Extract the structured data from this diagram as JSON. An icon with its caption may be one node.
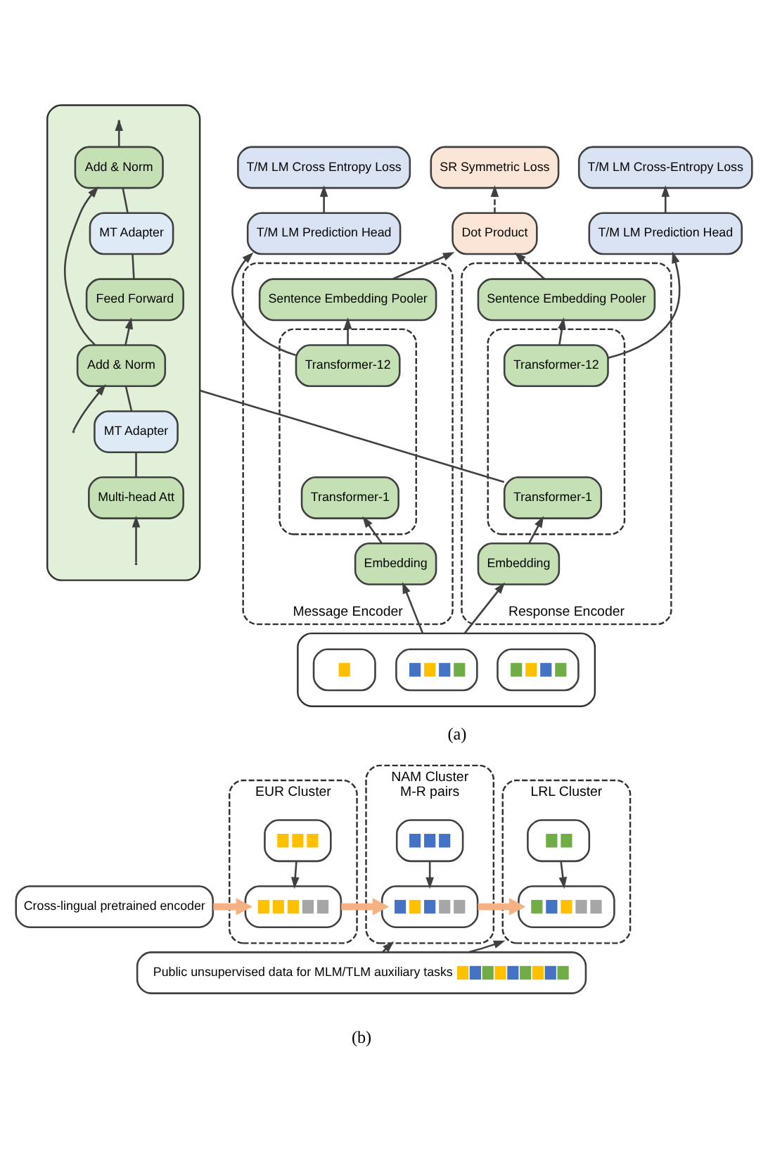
{
  "diagram": {
    "nodes": [
      {
        "text": [
          "T/M LM Cross Entropy Loss"
        ]
      },
      {
        "text": [
          "SR Symmetric Loss"
        ]
      },
      {
        "text": [
          "T/M LM Cross-Entropy Loss"
        ]
      },
      {
        "text": [
          "T/M LM Prediction Head"
        ]
      },
      {
        "text": [
          "Dot Product"
        ]
      },
      {
        "text": [
          "T/M LM Prediction Head"
        ]
      },
      {
        "text": [
          "Message Encoder"
        ]
      },
      {
        "text": [
          "Sentence Embedding Pooler"
        ],
        "in": 6
      },
      {
        "text": [],
        "shape": "box",
        "in": 6
      },
      {
        "text": [
          "Transformer-12"
        ],
        "in": 8
      },
      {
        "text": [
          "Transformer-1"
        ],
        "in": 8
      },
      {
        "text": [
          "Embedding"
        ],
        "in": 6
      },
      {
        "text": [
          "Response Encoder"
        ]
      },
      {
        "text": [
          "Sentence Embedding Pooler"
        ],
        "in": 12
      },
      {
        "text": [],
        "shape": "box",
        "in": 12
      },
      {
        "text": [
          "Transformer-12"
        ],
        "in": 14
      },
      {
        "text": [
          "Transformer-1"
        ],
        "in": 14
      },
      {
        "text": [
          "Embedding"
        ],
        "in": 12
      },
      {
        "text": [],
        "shape": "box"
      },
      {
        "text": [
          "Add & Norm"
        ],
        "in": 18
      },
      {
        "text": [
          "MT Adapter"
        ],
        "in": 18
      },
      {
        "text": [
          "Feed Forward"
        ],
        "in": 18
      },
      {
        "text": [
          "Add & Norm"
        ],
        "in": 18
      },
      {
        "text": [
          "MT Adapter"
        ],
        "in": 18
      },
      {
        "text": [
          "Multi-head Att"
        ],
        "in": 18
      },
      {
        "text": [],
        "shape": "box"
      },
      {
        "text": [],
        "shape": "box",
        "in": 25
      },
      {
        "text": [],
        "shape": "box",
        "in": 25
      },
      {
        "text": [],
        "shape": "box",
        "in": 25
      },
      {
        "text": [
          "Cross-lingual pretrained encoder"
        ]
      },
      {
        "text": [
          "EUR Cluster"
        ]
      },
      {
        "text": [],
        "shape": "box",
        "in": 30
      },
      {
        "text": [],
        "shape": "box",
        "in": 30
      },
      {
        "text": [
          "NAM Cluster",
          "M-R pairs"
        ]
      },
      {
        "text": [],
        "shape": "box",
        "in": 33
      },
      {
        "text": [],
        "shape": "box",
        "in": 33
      },
      {
        "text": [
          "LRL Cluster"
        ]
      },
      {
        "text": [],
        "shape": "box",
        "in": 36
      },
      {
        "text": [],
        "shape": "box",
        "in": 36
      },
      {
        "text": [
          "Public unsupervised data for MLM/TLM auxiliary tasks"
        ]
      }
    ],
    "edges": [
      {
        "from": 3,
        "to": 0,
        "arrow": "to"
      },
      {
        "from": 4,
        "to": 1,
        "arrow": "to",
        "style": "dashed"
      },
      {
        "from": 5,
        "to": 2,
        "arrow": "to"
      },
      {
        "from": 9,
        "to": 3,
        "arrow": "to"
      },
      {
        "from": 7,
        "to": 4,
        "arrow": "to"
      },
      {
        "from": 13,
        "to": 4,
        "arrow": "to"
      },
      {
        "from": 15,
        "to": 5,
        "arrow": "to"
      },
      {
        "from": 9,
        "to": 7,
        "arrow": "to"
      },
      {
        "from": 15,
        "to": 13,
        "arrow": "to"
      },
      {
        "from": 11,
        "to": 10,
        "arrow": "to"
      },
      {
        "from": 17,
        "to": 16,
        "arrow": "to"
      },
      {
        "from": 25,
        "to": 11,
        "arrow": "to"
      },
      {
        "from": 25,
        "to": 17,
        "arrow": "to"
      },
      {
        "from": 16,
        "to": 18,
        "arrow": "none"
      },
      {
        "from": null,
        "to": 24,
        "arrow": "to"
      },
      {
        "from": 24,
        "to": 23,
        "arrow": "none"
      },
      {
        "from": 23,
        "to": 22,
        "arrow": "none"
      },
      {
        "from": 22,
        "to": 21,
        "arrow": "to"
      },
      {
        "from": 21,
        "to": 20,
        "arrow": "none"
      },
      {
        "from": 20,
        "to": 19,
        "arrow": "none"
      },
      {
        "from": 19,
        "to": null,
        "arrow": "to"
      },
      {
        "from": null,
        "to": 22,
        "arrow": "to"
      },
      {
        "from": 22,
        "to": 19,
        "arrow": "to"
      },
      {
        "from": 29,
        "to": 32,
        "arrow": "to",
        "style": "thick",
        "color": "#f4b183"
      },
      {
        "from": 32,
        "to": 35,
        "arrow": "to",
        "style": "thick",
        "color": "#f4b183"
      },
      {
        "from": 35,
        "to": 38,
        "arrow": "to",
        "style": "thick",
        "color": "#f4b183"
      },
      {
        "from": 31,
        "to": 32,
        "arrow": "to"
      },
      {
        "from": 34,
        "to": 35,
        "arrow": "to"
      },
      {
        "from": 37,
        "to": 38,
        "arrow": "to"
      },
      {
        "from": 39,
        "to": 33,
        "arrow": "to"
      },
      {
        "from": 39,
        "to": 36,
        "arrow": "to"
      }
    ],
    "labels": [
      "(a)",
      "(b)"
    ]
  }
}
